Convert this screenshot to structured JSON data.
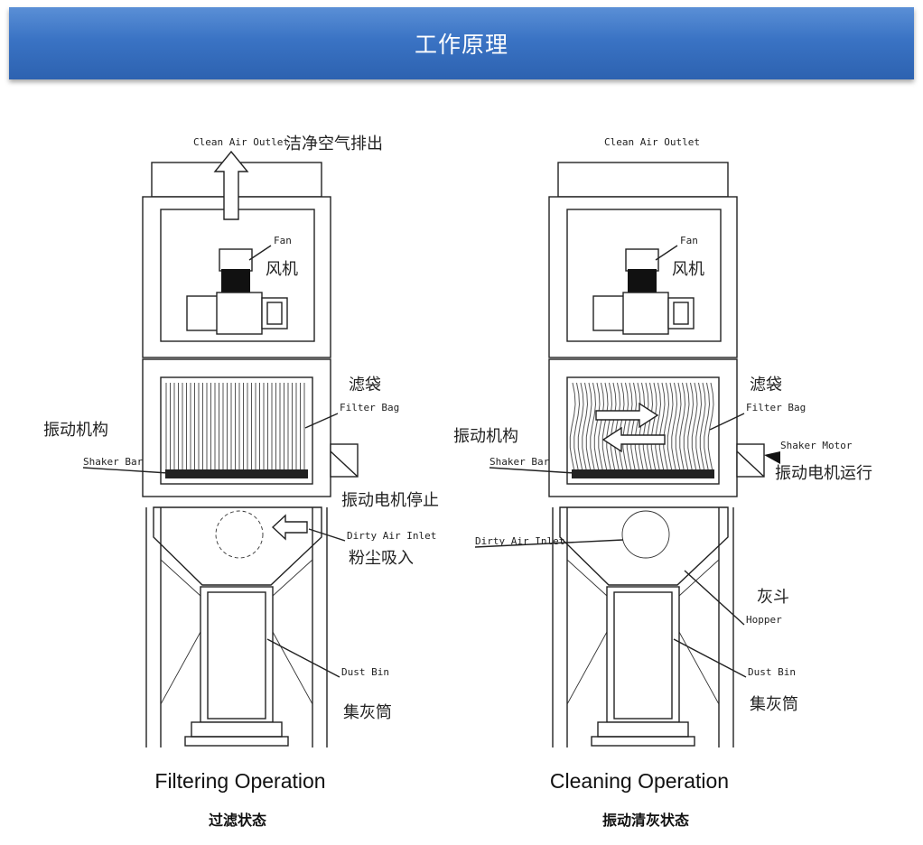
{
  "header": {
    "title": "工作原理"
  },
  "left": {
    "clean_air_outlet": "Clean Air Outlet",
    "clean_air_outlet_cn": "洁净空气排出",
    "fan": "Fan",
    "fan_cn": "风机",
    "filter_bag": "Filter Bag",
    "filter_bag_cn": "滤袋",
    "shaker_bar": "Shaker Bar",
    "shaker_cn": "振动机构",
    "shaker_motor_stop_cn": "振动电机停止",
    "dirty_air_inlet": "Dirty Air Inlet",
    "dirty_air_inlet_cn": "粉尘吸入",
    "dust_bin": "Dust Bin",
    "dust_bin_cn": "集灰筒",
    "caption_en": "Filtering Operation",
    "caption_cn": "过滤状态"
  },
  "right": {
    "clean_air_outlet": "Clean Air Outlet",
    "fan": "Fan",
    "fan_cn": "风机",
    "filter_bag": "Filter Bag",
    "filter_bag_cn": "滤袋",
    "shaker_bar": "Shaker Bar",
    "shaker_cn": "振动机构",
    "shaker_motor": "Shaker Motor",
    "shaker_motor_run_cn": "振动电机运行",
    "dirty_air_inlet": "Dirty Air Inlet",
    "hopper": "Hopper",
    "hopper_cn": "灰斗",
    "dust_bin": "Dust Bin",
    "dust_bin_cn": "集灰筒",
    "caption_en": "Cleaning Operation",
    "caption_cn": "振动清灰状态"
  }
}
